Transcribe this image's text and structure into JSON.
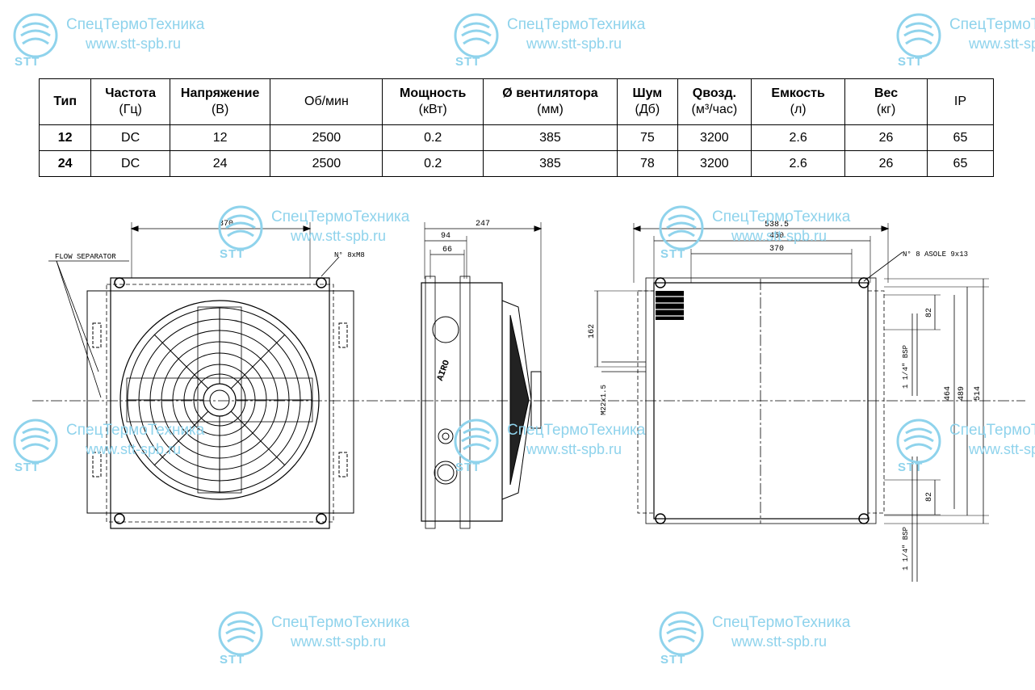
{
  "watermark": {
    "name": "СпецТермоТехника",
    "url": "www.stt-spb.ru",
    "logo": "STT",
    "color": "#8fd3ec"
  },
  "table": {
    "headers": [
      {
        "main": "Тип",
        "sub": ""
      },
      {
        "main": "Частота",
        "sub": "(Гц)"
      },
      {
        "main": "Напряжение",
        "sub": "(В)"
      },
      {
        "main": "Об/мин",
        "sub": ""
      },
      {
        "main": "Мощность",
        "sub": "(кВт)"
      },
      {
        "main": "Ø вентилятора",
        "sub": "(мм)"
      },
      {
        "main": "Шум",
        "sub": "(Дб)"
      },
      {
        "main": "Qвозд.",
        "sub": "(м³/час)"
      },
      {
        "main": "Емкость",
        "sub": "(л)"
      },
      {
        "main": "Вес",
        "sub": "(кг)"
      },
      {
        "main": "IP",
        "sub": ""
      }
    ],
    "rows": [
      [
        "12",
        "DC",
        "12",
        "2500",
        "0.2",
        "385",
        "75",
        "3200",
        "2.6",
        "26",
        "65"
      ],
      [
        "24",
        "DC",
        "24",
        "2500",
        "0.2",
        "385",
        "78",
        "3200",
        "2.6",
        "26",
        "65"
      ]
    ]
  },
  "drawing": {
    "labels": {
      "flow_separator": "FLOW SEPARATOR",
      "holes_left": "N° 8xM8",
      "holes_right": "N° 8 ASOLE 9x13",
      "thread": "M22x1.5",
      "bsp_top": "1 1/4\" BSP",
      "bsp_bottom": "1 1/4\" BSP",
      "brand": "AIRO"
    },
    "dims": {
      "front_width": "370",
      "side_total": "247",
      "side_94": "94",
      "side_66": "66",
      "side_162": "162",
      "back_538": "538.5",
      "back_450": "450",
      "back_370": "370",
      "back_82_top": "82",
      "back_82_bottom": "82",
      "back_464": "464",
      "back_489": "489",
      "back_514": "514"
    }
  }
}
